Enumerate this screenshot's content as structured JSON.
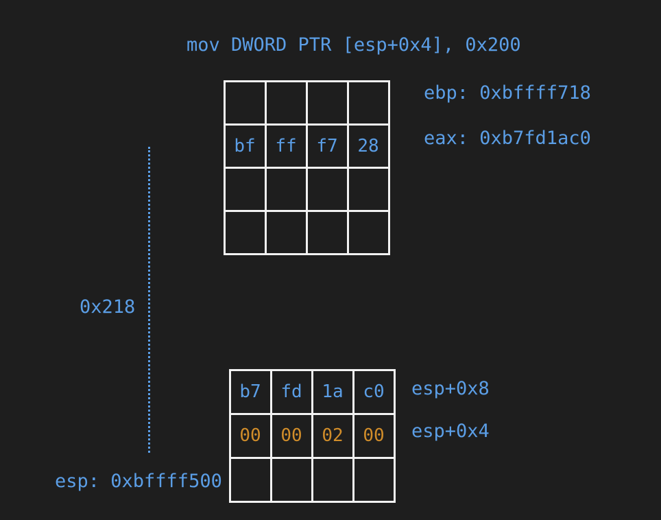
{
  "instruction": "mov DWORD PTR [esp+0x4], 0x200",
  "registers": {
    "ebp": "ebp: 0xbffff718",
    "eax": "eax: 0xb7fd1ac0",
    "esp": "esp: 0xbffff500"
  },
  "distance_label": "0x218",
  "colors": {
    "background": "#1e1e1e",
    "label": "#5b9ee6",
    "cell_border": "#f2f2f2",
    "written_bytes": "#d18d2a"
  },
  "top_stack": {
    "rows": [
      [
        "",
        "",
        "",
        ""
      ],
      [
        "bf",
        "ff",
        "f7",
        "28"
      ],
      [
        "",
        "",
        "",
        ""
      ],
      [
        "",
        "",
        "",
        ""
      ]
    ]
  },
  "bottom_stack": {
    "rows": [
      [
        "b7",
        "fd",
        "1a",
        "c0"
      ],
      [
        "00",
        "00",
        "02",
        "00"
      ],
      [
        "",
        "",
        "",
        ""
      ]
    ],
    "highlighted_row": 1,
    "row_labels": [
      "esp+0x8",
      "esp+0x4",
      ""
    ]
  }
}
